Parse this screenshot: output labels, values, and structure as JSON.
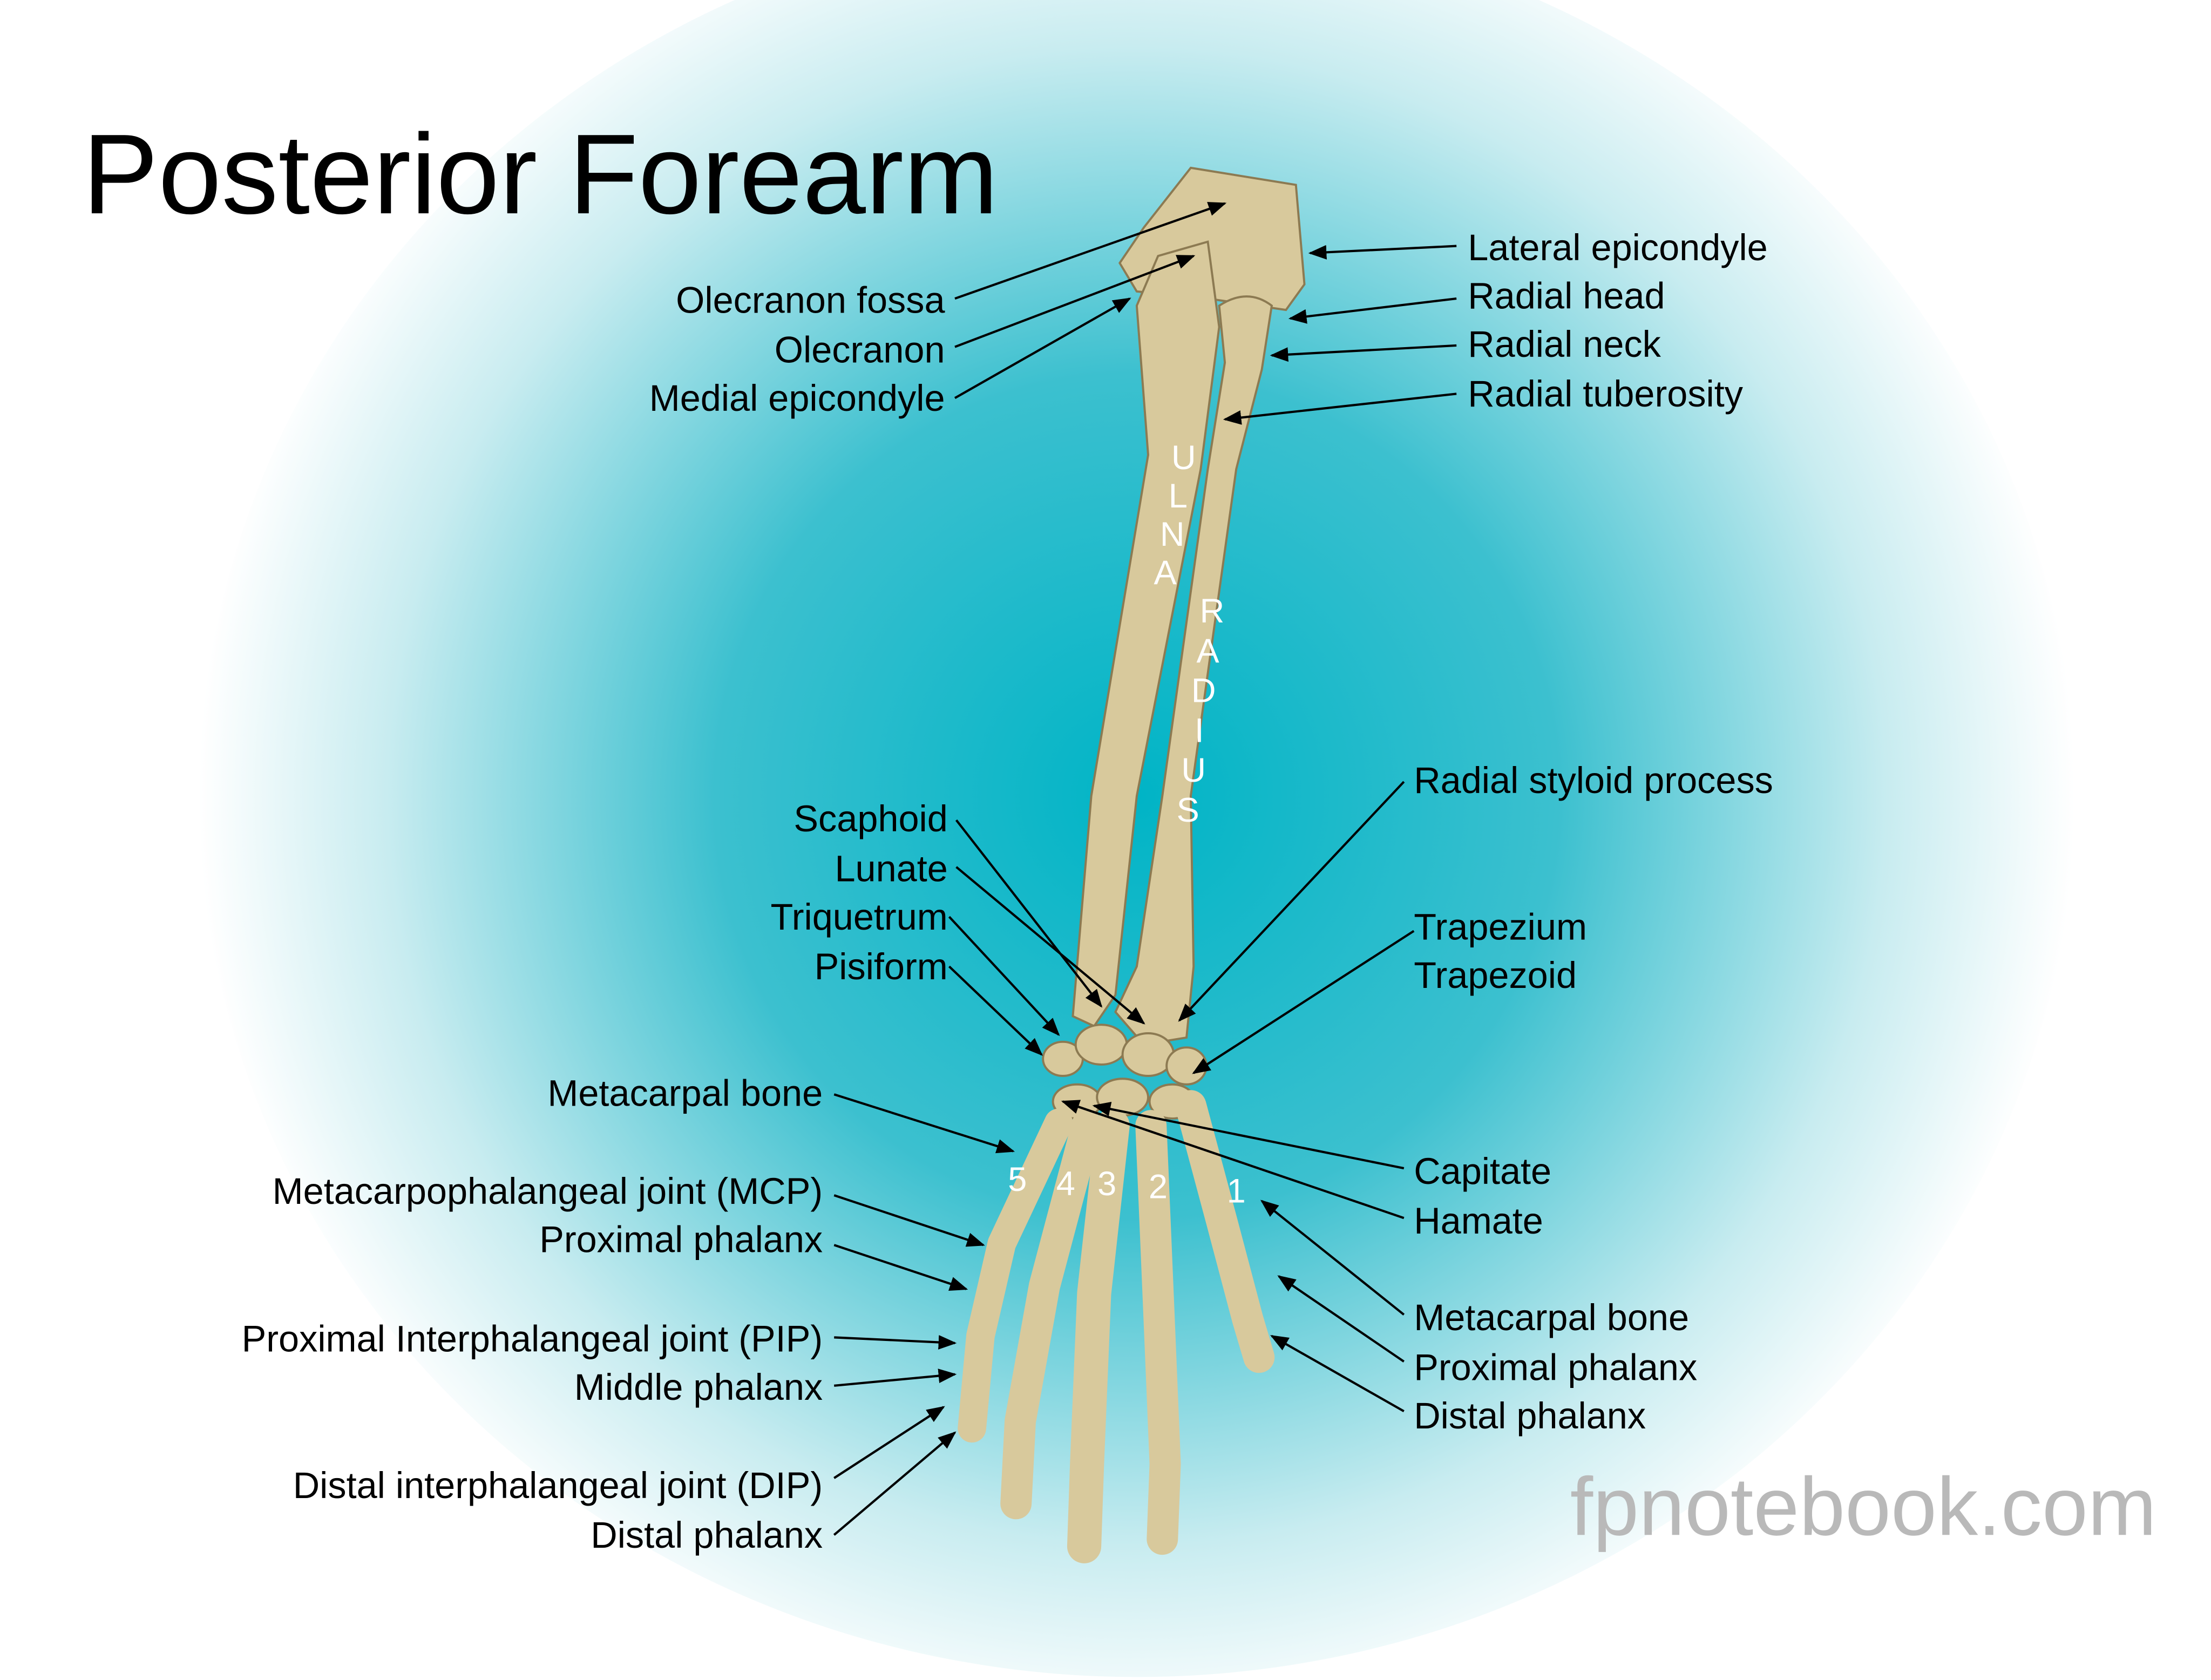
{
  "title": "Posterior Forearm",
  "watermark": "fpnotebook.com",
  "colors": {
    "background_center": "#00b4c6",
    "bone": "#d8c99c"
  },
  "bone_text": {
    "ulna": [
      "U",
      "L",
      "N",
      "A"
    ],
    "radius": [
      "R",
      "A",
      "D",
      "I",
      "U",
      "S"
    ],
    "digits": [
      "5",
      "4",
      "3",
      "2",
      "1"
    ]
  },
  "labels_left": {
    "olecranon_fossa": "Olecranon fossa",
    "olecranon": "Olecranon",
    "medial_epicondyle": "Medial epicondyle",
    "scaphoid": "Scaphoid",
    "lunate": "Lunate",
    "triquetrum": "Triquetrum",
    "pisiform": "Pisiform",
    "metacarpal_bone": "Metacarpal bone",
    "mcp": "Metacarpophalangeal joint (MCP)",
    "proximal_phalanx": "Proximal phalanx",
    "pip": "Proximal Interphalangeal joint (PIP)",
    "middle_phalanx": "Middle phalanx",
    "dip": "Distal interphalangeal joint (DIP)",
    "distal_phalanx": "Distal phalanx"
  },
  "labels_right": {
    "lateral_epicondyle": "Lateral epicondyle",
    "radial_head": "Radial head",
    "radial_neck": "Radial neck",
    "radial_tuberosity": "Radial tuberosity",
    "radial_styloid": "Radial styloid process",
    "trapezium": "Trapezium",
    "trapezoid": "Trapezoid",
    "capitate": "Capitate",
    "hamate": "Hamate",
    "metacarpal_bone": "Metacarpal bone",
    "proximal_phalanx": "Proximal phalanx",
    "distal_phalanx": "Distal phalanx"
  }
}
